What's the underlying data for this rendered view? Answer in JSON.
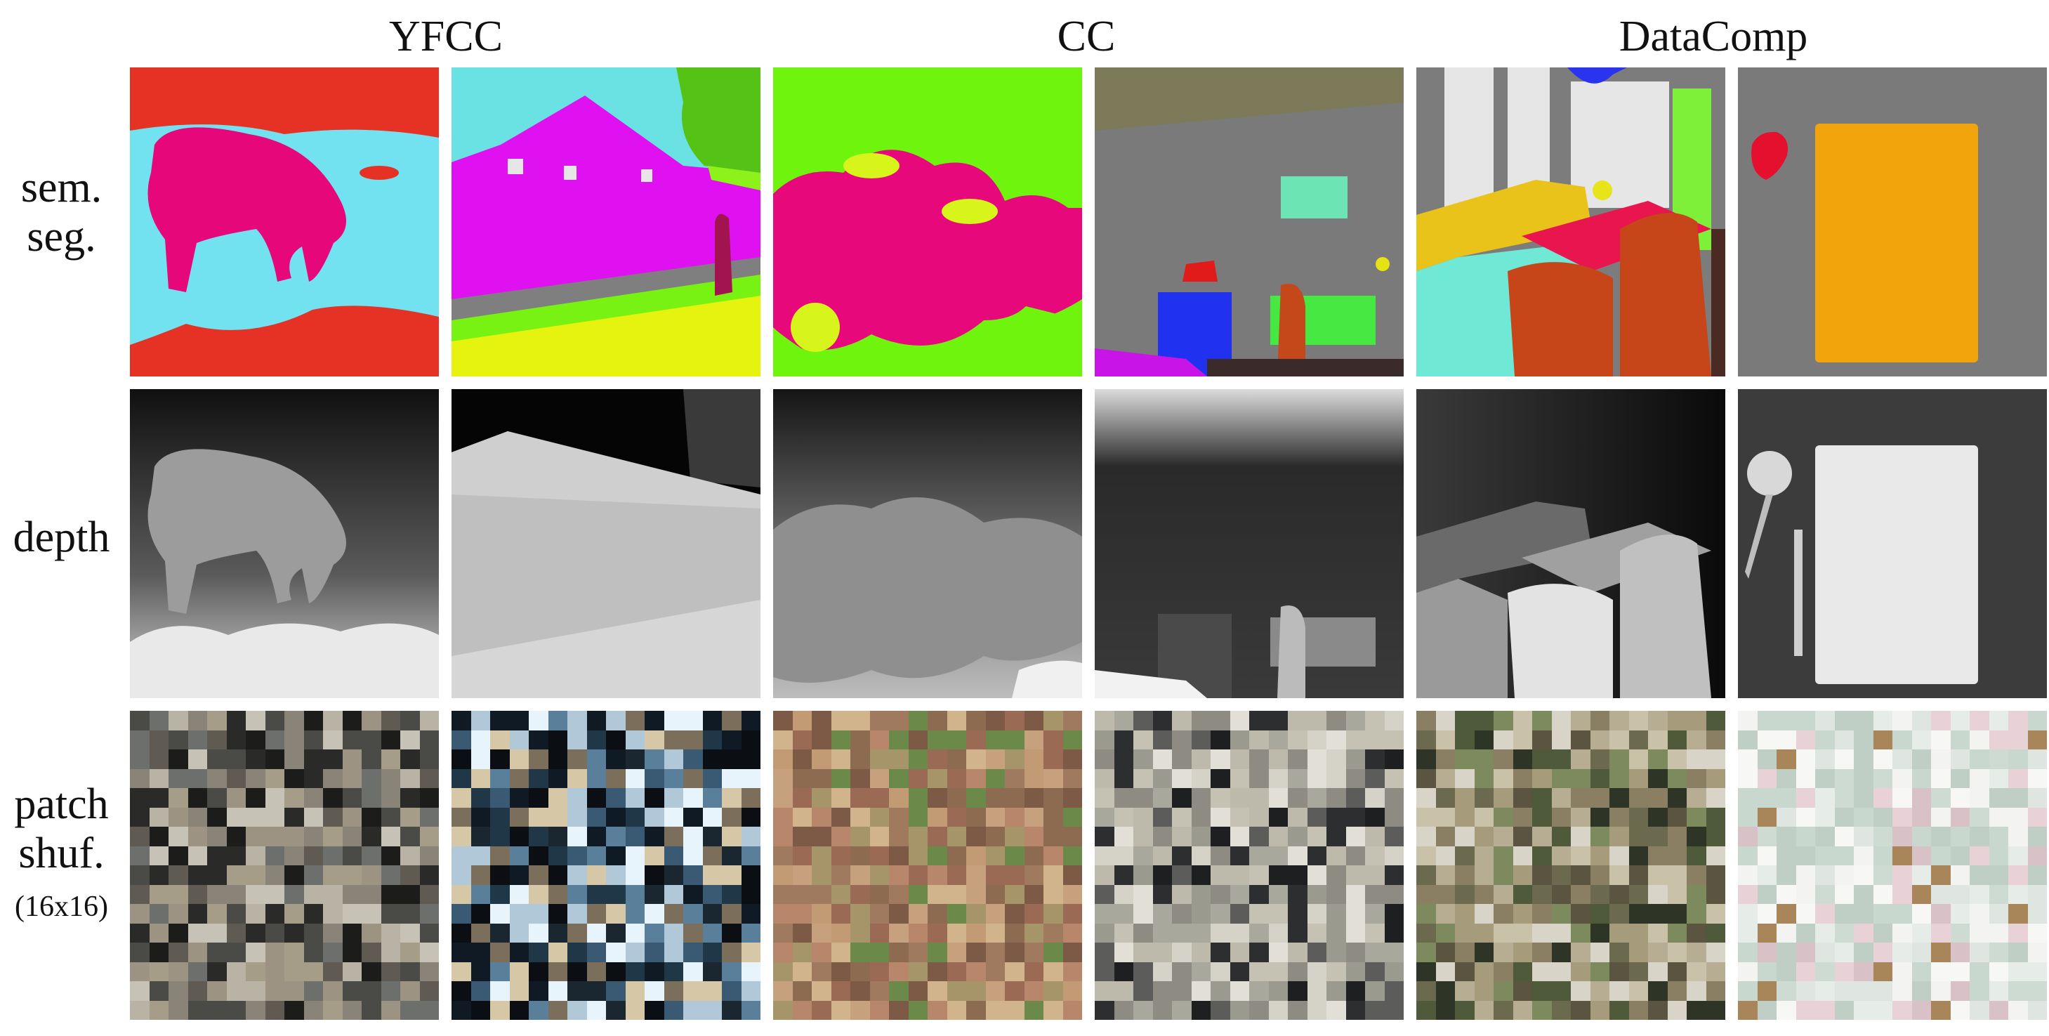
{
  "columns": [
    "YFCC",
    "CC",
    "DataComp"
  ],
  "rows": {
    "segmentation": {
      "line1": "sem.",
      "line2": "seg."
    },
    "depth": {
      "line1": "depth"
    },
    "shuffle": {
      "line1": "patch",
      "line2": "shuf.",
      "line3": "(16x16)"
    }
  },
  "shuffle_palettes": [
    [
      "#8a8478",
      "#5f5a52",
      "#b9b3a6",
      "#2a2a28",
      "#9c9382",
      "#6d6f6c",
      "#c7c2b6",
      "#4a4b47",
      "#a69d89",
      "#1c1c1b"
    ],
    [
      "#0f1a24",
      "#203747",
      "#e8f4fb",
      "#d6c7a6",
      "#3a5a74",
      "#0b0e12",
      "#5a7f9a",
      "#b0c8d8",
      "#1a2630",
      "#7b6e5a"
    ],
    [
      "#b8866a",
      "#9a6a55",
      "#c7a07e",
      "#7d5a45",
      "#a7956a",
      "#6b8a4a",
      "#d2b48c",
      "#8c6b50",
      "#c29a74",
      "#a07a5f"
    ],
    [
      "#a8a89c",
      "#c5c2b4",
      "#2c2e2f",
      "#8e8c82",
      "#d5d3c8",
      "#5c5d5a",
      "#bdbaab",
      "#1d1f21",
      "#9b9a8e",
      "#e2e0d6"
    ],
    [
      "#8a7f62",
      "#6b6a4e",
      "#d8d4c8",
      "#4f5a3a",
      "#a69b7a",
      "#2e3526",
      "#c9c1a8",
      "#7d8a5e",
      "#b6ad92",
      "#5a5440"
    ],
    [
      "#dfe6e1",
      "#cddbd3",
      "#e9d1d8",
      "#f3f3f1",
      "#c9d8cf",
      "#e6ece8",
      "#d8c2c8",
      "#f7f7f5",
      "#bfcfc6",
      "#a8865a"
    ]
  ]
}
